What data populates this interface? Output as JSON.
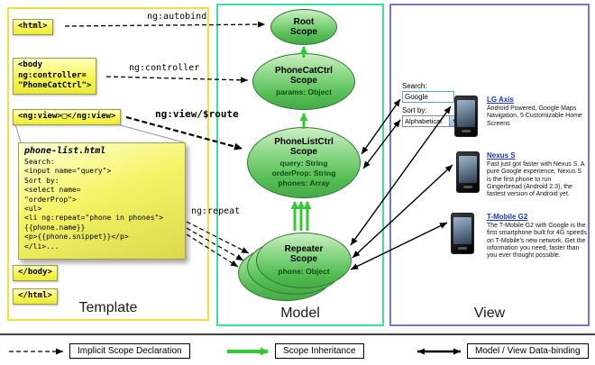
{
  "template": {
    "label": "Template",
    "html_open": "<html>",
    "body_open": "<body\nng:controller=\n\"PhoneCatCtrl\">",
    "ng_view": "<ng:view>□</ng:view>",
    "body_close": "</body>",
    "html_close": "</html>",
    "phone_list": {
      "title": "phone-list.html",
      "code": [
        "Search:",
        "<input name=\"query\">",
        "Sort by:",
        "<select name=",
        "\"orderProp\">",
        "<ul>",
        "<li ng:repeat=\"phone in phones\">",
        "{{phone.name}}",
        "<p>{{phone.snippet}}</p>",
        "</li>..."
      ]
    }
  },
  "model": {
    "label": "Model",
    "scopes": [
      {
        "title": "Root\nScope",
        "props": []
      },
      {
        "title": "PhoneCatCtrl\nScope",
        "props": [
          "params: Object"
        ]
      },
      {
        "title": "PhoneListCtrl\nScope",
        "props": [
          "query: String",
          "orderProp: String",
          "phones: Array"
        ]
      },
      {
        "title": "Repeater\nScope",
        "props": [
          "phone: Object"
        ]
      }
    ]
  },
  "view": {
    "label": "View",
    "search_label": "Search:",
    "search_value": "Google",
    "sort_label": "Sort by:",
    "sort_value": "Alphabetical",
    "phones": [
      {
        "name": "LG Axis",
        "description": "Android Powered, Google Maps Navigation, 5 Customizable Home Screens"
      },
      {
        "name": "Nexus S",
        "description": "Fast just got faster with Nexus S. A pure Google experience, Nexus S is the first phone to run Gingerbread (Android 2.3), the fastest version of Android yet."
      },
      {
        "name": "T-Mobile G2",
        "description": "The T-Mobile G2 with Google is the first smartphone built for 4G speeds on T-Mobile's new network. Get the information you need, faster than you ever thought possible."
      }
    ]
  },
  "arrow_labels": {
    "ng_autobind": "ng:autobind",
    "ng_controller": "ng:controller",
    "ng_view_route": "ng:view/$route",
    "ng_repeat": "ng:repeat"
  },
  "legend": {
    "implicit": "Implicit Scope Declaration",
    "inheritance": "Scope Inheritance",
    "databinding": "Model / View Data-binding"
  },
  "colors": {
    "template_border": "#efe23b",
    "model_border": "#3ae2a2",
    "view_border": "#7a74cf",
    "tag_fill": "#f6f64e",
    "scope_fill": "#54bd54",
    "inheritance_green": "#2ecc2e"
  }
}
